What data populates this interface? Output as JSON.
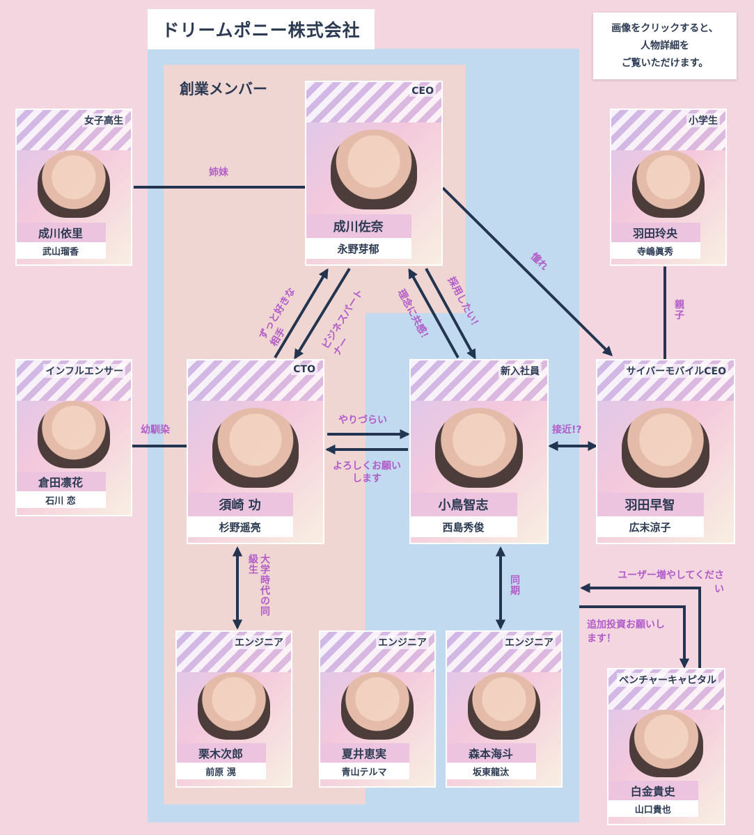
{
  "company": {
    "title": "ドリームポニー株式会社"
  },
  "founders_label": "創業メンバー",
  "note": {
    "lines": [
      "画像をクリックすると、",
      "人物詳細を",
      "ご覧いただけます。"
    ]
  },
  "colors": {
    "background": "#f3d6df",
    "company_area": "#c2daf0",
    "founder_area": "#f0d6d2",
    "edge": "#22344f",
    "edge_label": "#b15cc8",
    "name_bar": "#ecc4df"
  },
  "characters": {
    "rina": {
      "role": "女子高生",
      "name": "成川依里",
      "actor": "武山瑠香"
    },
    "sana": {
      "role": "CEO",
      "name": "成川佐奈",
      "actor": "永野芽郁"
    },
    "reo": {
      "role": "小学生",
      "name": "羽田玲央",
      "actor": "寺嶋眞秀"
    },
    "influencer": {
      "role": "インフルエンサー",
      "name": "倉田凛花",
      "actor": "石川 恋"
    },
    "isao": {
      "role": "CTO",
      "name": "須崎 功",
      "actor": "杉野遥亮"
    },
    "satoshi": {
      "role": "新入社員",
      "name": "小鳥智志",
      "actor": "西島秀俊"
    },
    "sachi": {
      "role": "サイバーモバイルCEO",
      "name": "羽田早智",
      "actor": "広末涼子"
    },
    "kuriki": {
      "role": "エンジニア",
      "name": "栗木次郎",
      "actor": "前原 滉"
    },
    "natsui": {
      "role": "エンジニア",
      "name": "夏井恵実",
      "actor": "青山テルマ"
    },
    "morimoto": {
      "role": "エンジニア",
      "name": "森本海斗",
      "actor": "坂東龍汰"
    },
    "shirogane": {
      "role": "ベンチャーキャピタル",
      "name": "白金貴史",
      "actor": "山口貴也"
    }
  },
  "relations": {
    "sisters": "姉妹",
    "admire": "憧れ",
    "parent_child": "親子",
    "always_liked": "ずっと好きな相手",
    "business_partner": "ビジネスパートナー",
    "shared_vision": "理念に共感！",
    "want_to_hire": "採用したい！",
    "childhood_friend": "幼馴染",
    "hard_to_work": "やりづらい",
    "nice_to_meet": "よろしくお願いします",
    "approach": "接近!?",
    "college_classmates": "大学時代の同級生",
    "same_year": "同期",
    "more_users": "ユーザー増やしてください",
    "more_investment": "追加投資お願いします！"
  }
}
